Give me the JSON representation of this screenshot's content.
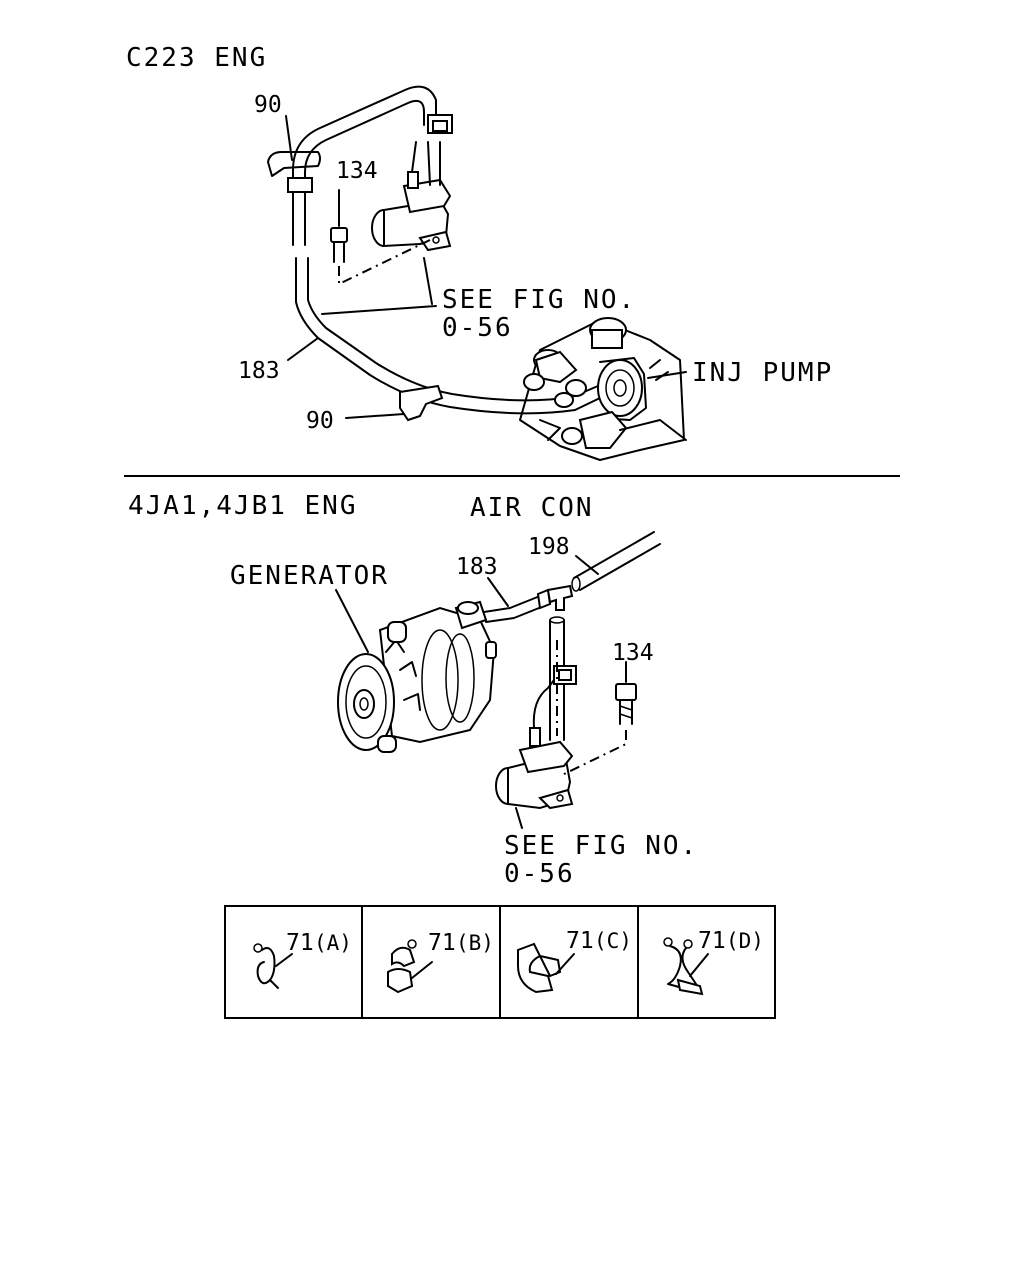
{
  "sections": [
    {
      "engine_label": "C223 ENG",
      "labels": {
        "ref_see": "SEE FIG NO.",
        "ref_fig": "0-56",
        "inj_pump": "INJ PUMP"
      },
      "parts": {
        "clip_top": "90",
        "bolt": "134",
        "hose": "183",
        "clip_bottom": "90"
      }
    },
    {
      "engine_label": "4JA1,4JB1 ENG",
      "air_con_label": "AIR CON",
      "labels": {
        "generator": "GENERATOR",
        "ref_see": "SEE FIG NO.",
        "ref_fig": "0-56"
      },
      "parts": {
        "hose_short": "183",
        "hose_long": "198",
        "bolt": "134"
      }
    }
  ],
  "clip_table": [
    {
      "num": "71",
      "variant": "(A)"
    },
    {
      "num": "71",
      "variant": "(B)"
    },
    {
      "num": "71",
      "variant": "(C)"
    },
    {
      "num": "71",
      "variant": "(D)"
    }
  ]
}
